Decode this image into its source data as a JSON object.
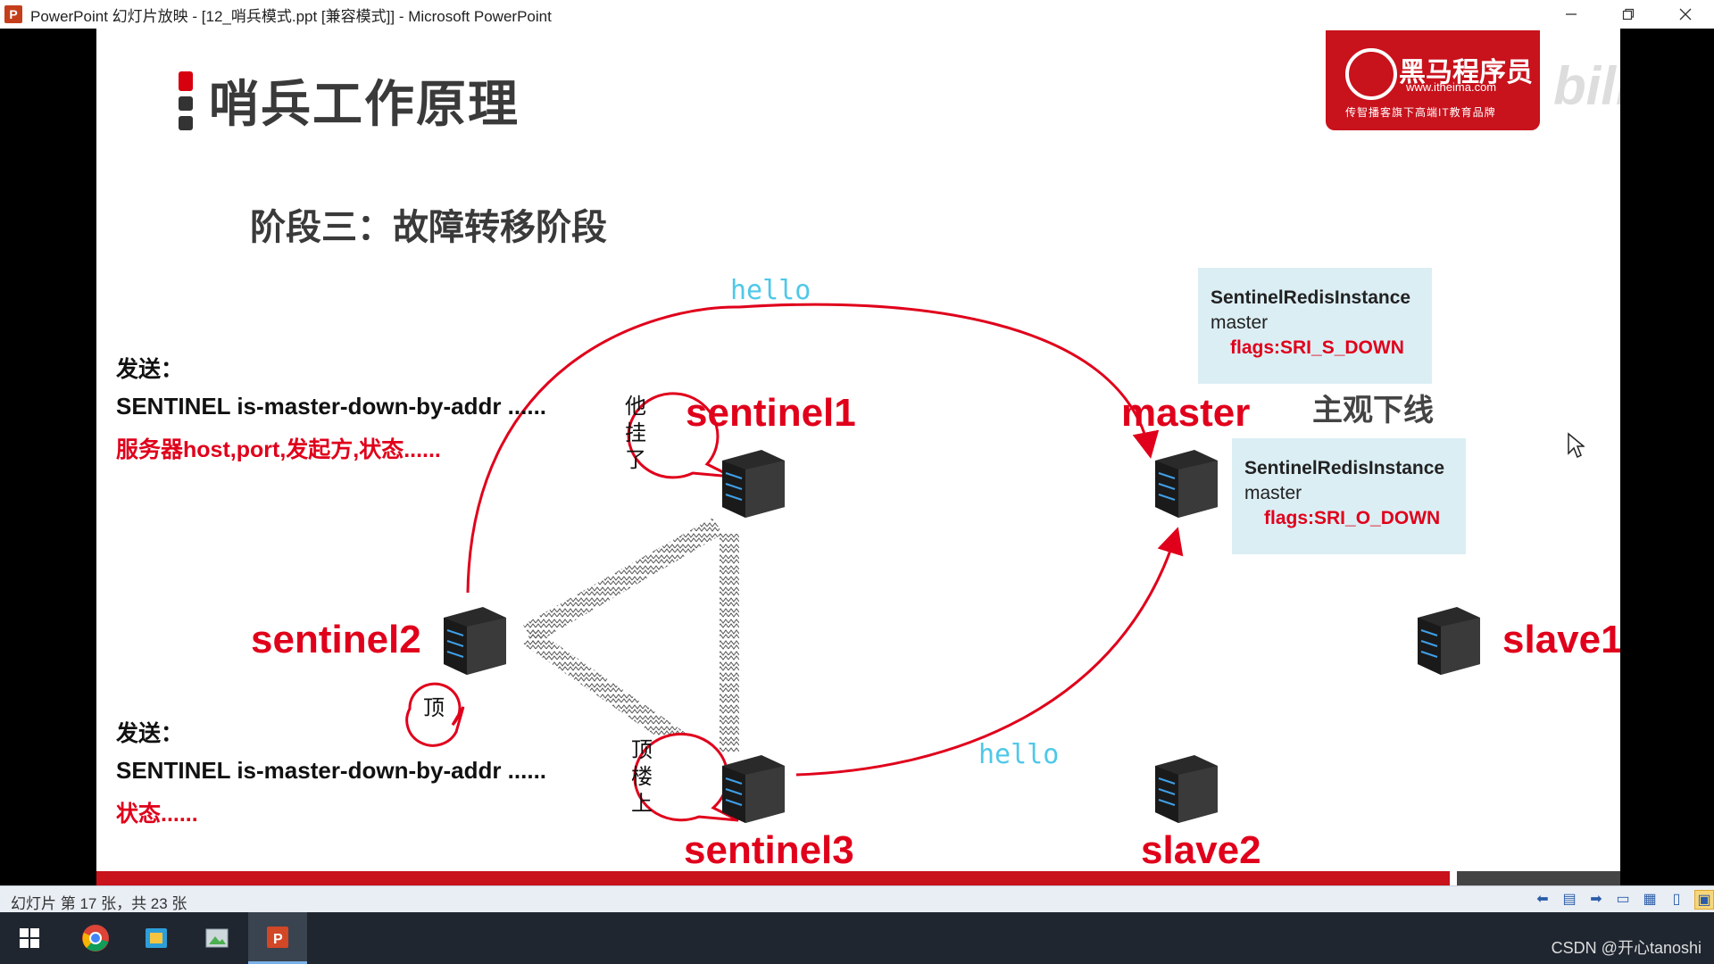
{
  "window": {
    "app_icon": "P",
    "title": "PowerPoint 幻灯片放映 - [12_哨兵模式.ppt [兼容模式]] - Microsoft PowerPoint",
    "minimize_icon": "minimize-icon",
    "restore_icon": "restore-icon",
    "close_icon": "close-icon"
  },
  "slide": {
    "title": "哨兵工作原理",
    "stage_title": "阶段三：故障转移阶段",
    "logo": {
      "brand": "黑马程序员",
      "url": "www.itheima.com",
      "slogan": "传智播客旗下高端IT教育品牌"
    },
    "watermark": "bilibili",
    "nodes": {
      "sentinel1": "sentinel1",
      "sentinel2": "sentinel2",
      "sentinel3": "sentinel3",
      "master": "master",
      "slave1": "slave1",
      "slave2": "slave2"
    },
    "hello_top": "hello",
    "hello_bottom": "hello",
    "send_top": {
      "heading": "发送：",
      "command": "SENTINEL is-master-down-by-addr ......",
      "detail": "服务器host,port,发起方,状态......"
    },
    "send_bottom": {
      "heading": "发送：",
      "command": "SENTINEL is-master-down-by-addr ......",
      "detail": "状态......"
    },
    "bubbles": {
      "sentinel1": "他\n挂\n了",
      "sentinel2": "顶",
      "sentinel3": "顶\n楼\n上"
    },
    "info_subjective": {
      "header": "SentinelRedisInstance",
      "role": "master",
      "flags": "flags:SRI_S_DOWN"
    },
    "subjective_label": "主观下线",
    "info_objective": {
      "header": "SentinelRedisInstance",
      "role": "master",
      "flags": "flags:SRI_O_DOWN"
    }
  },
  "statusbar": {
    "slide_counter": "幻灯片 第 17 张，共 23 张"
  },
  "taskbar": {
    "items": [
      "windows-start-icon",
      "chrome-icon",
      "file-manager-icon",
      "image-viewer-icon",
      "powerpoint-icon"
    ],
    "watermark": "CSDN @开心tanoshi"
  },
  "colors": {
    "accent_red": "#e0001b",
    "hello_cyan": "#4fc8e8",
    "info_bg": "#dbeef4"
  }
}
